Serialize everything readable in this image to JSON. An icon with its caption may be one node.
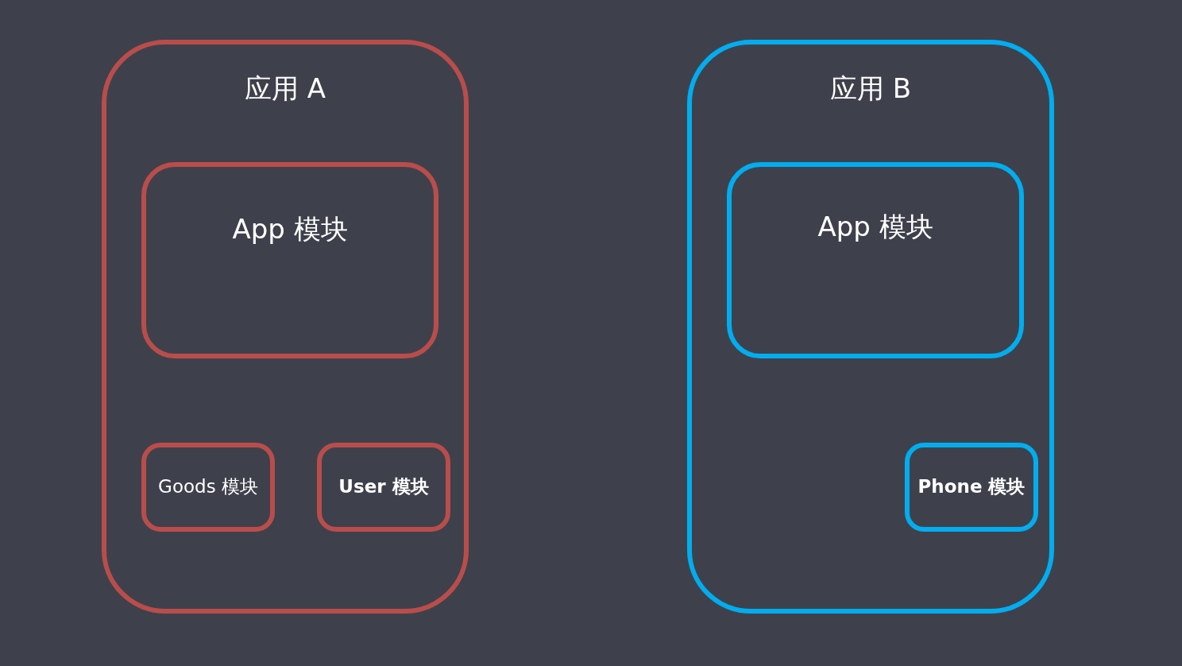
{
  "diagram": {
    "nodes": [
      {
        "text": [
          "应用 A"
        ]
      },
      {
        "text": [
          "App 模块"
        ],
        "in": 0
      },
      {
        "text": [
          "Goods 模块"
        ],
        "in": 0
      },
      {
        "text": [
          "User 模块"
        ],
        "in": 0
      },
      {
        "text": [
          "应用 B"
        ]
      },
      {
        "text": [
          "App 模块"
        ],
        "in": 4
      },
      {
        "text": [
          "Phone 模块"
        ],
        "in": 4
      }
    ]
  }
}
